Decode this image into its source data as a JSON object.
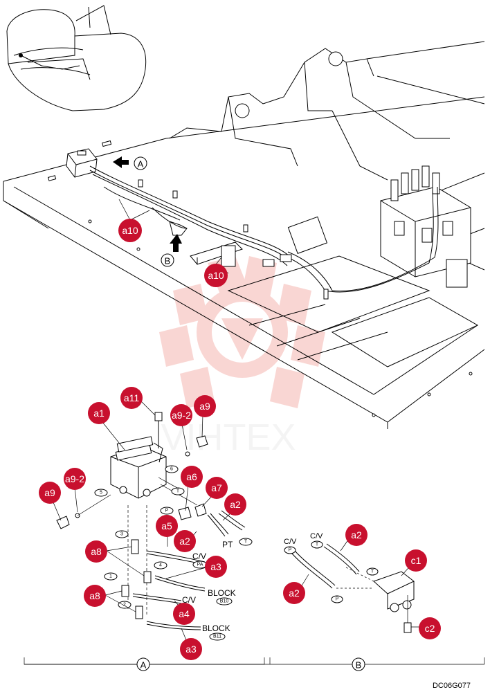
{
  "view_labels": {
    "a": "A",
    "b": "B"
  },
  "arrow_labels": {
    "a": "A",
    "b": "B"
  },
  "drawing_code": "DC06G077",
  "watermark": "VIHTEX",
  "callouts": {
    "top_a10_left": "a10",
    "top_a10_right": "a10",
    "a11": "a11",
    "a1": "a1",
    "a9_2_top": "a9-2",
    "a9_top": "a9",
    "a9_2_left": "a9-2",
    "a9_left": "a9",
    "a6": "a6",
    "a7": "a7",
    "a2_a": "a2",
    "a5": "a5",
    "a2_b": "a2",
    "a8_top": "a8",
    "a3_top": "a3",
    "a8_bottom": "a8",
    "a4": "a4",
    "a3_bottom": "a3",
    "b_a2_top": "a2",
    "c1": "c1",
    "b_a2_bottom": "a2",
    "c2": "c2"
  },
  "port_tags": {
    "p5_left": "5",
    "p6": "6",
    "pT_block": "T",
    "pP_block": "P",
    "p3": "3",
    "p4": "4",
    "p1": "1",
    "p2": "2",
    "pT_pt": "T",
    "pPA": "PA",
    "pB10": "B10",
    "pB11": "B11",
    "b_P": "P",
    "b_T": "T",
    "b_T2": "T",
    "b_P2": "P"
  },
  "line_labels": {
    "pt": "PT",
    "cv_a": "C/V",
    "block_a": "BLOCK",
    "cv_b": "C/V",
    "block_b": "BLOCK",
    "b_cv_p": "C/V",
    "b_cv_t": "C/V"
  }
}
